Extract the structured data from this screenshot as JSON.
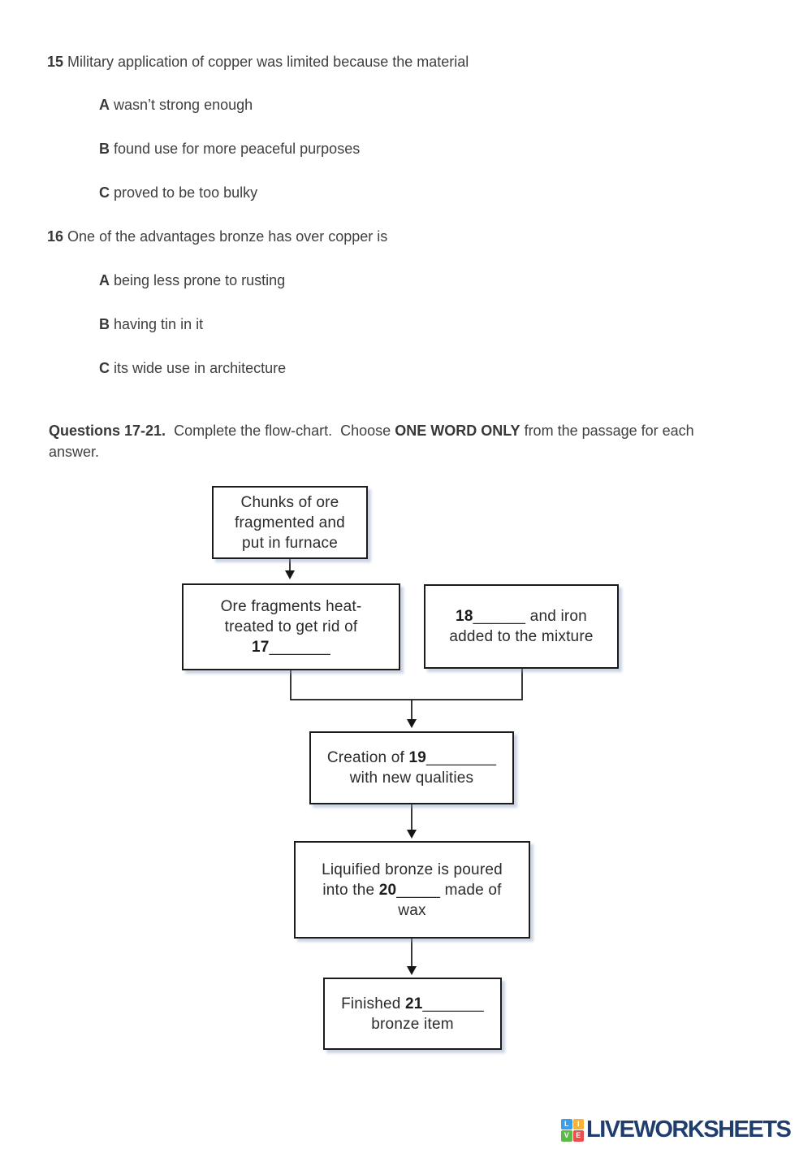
{
  "colors": {
    "body_text": "#3f3f3f",
    "box_text": "#2b2b2b",
    "box_border": "#1b1b1b",
    "logo_navy": "#1f3e6e",
    "tile_blue": "#3f9ce8",
    "tile_yellow": "#f8b234",
    "tile_green": "#5bb947",
    "tile_red": "#e8504f"
  },
  "questions": [
    {
      "number": "15",
      "text": "Military application of copper was limited because the material",
      "options": [
        {
          "letter": "A",
          "text": "wasn’t strong enough"
        },
        {
          "letter": "B",
          "text": "found use for more peaceful purposes"
        },
        {
          "letter": "C",
          "text": "proved to be too bulky"
        }
      ]
    },
    {
      "number": "16",
      "text": "One of the advantages bronze has over copper is",
      "options": [
        {
          "letter": "A",
          "text": "being less prone to rusting"
        },
        {
          "letter": "B",
          "text": "having tin in it"
        },
        {
          "letter": "C",
          "text": "its wide use in architecture"
        }
      ]
    }
  ],
  "instructions": {
    "lead": "Questions 17-21.",
    "middle": "  Complete the flow-chart.  Choose ",
    "keyword": "ONE WORD ONLY",
    "tail": " from the passage for each answer."
  },
  "flowchart": {
    "boxes": [
      {
        "line1": "Chunks of ore",
        "line2": "fragmented and",
        "line3": "put in furnace"
      },
      {
        "line1": "Ore fragments heat-",
        "line2": "treated to get rid of",
        "num": "17",
        "blank": "_______"
      },
      {
        "num": "18",
        "blank": "______",
        "after": " and iron",
        "line2": "added to the mixture"
      },
      {
        "pre": "Creation of ",
        "num": "19",
        "blank": "________",
        "line2": "with new qualities"
      },
      {
        "line1": "Liquified bronze is poured",
        "pre": "into the ",
        "num": "20",
        "blank": "_____",
        "post": " made of",
        "line3": "wax"
      },
      {
        "pre": "Finished ",
        "num": "21",
        "blank": "_______",
        "line2": "bronze item"
      }
    ]
  },
  "footer": {
    "logo_text": "LIVEWORKSHEETS",
    "logo_tiles": [
      "L",
      "I",
      "V",
      "E"
    ]
  }
}
